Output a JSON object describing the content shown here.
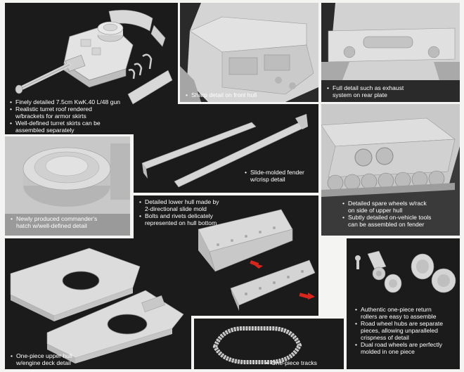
{
  "panels": {
    "turret": {
      "items": [
        "Finely detailed 7.5cm KwK.40 L/48 gun",
        "Realistic turret roof rendered",
        "w/brackets for armor skirts",
        "Well-defined turret skirts can be",
        "assembled separately"
      ]
    },
    "front_hull": {
      "items": [
        "Sharp detail on front hull"
      ]
    },
    "rear_plate": {
      "items": [
        "Full detail such as exhaust",
        "system on rear plate"
      ]
    },
    "fender": {
      "items": [
        "Slide-molded fender",
        "w/crisp detail"
      ]
    },
    "hatch": {
      "items": [
        "Newly produced commander's",
        "hatch w/well-defined detail"
      ]
    },
    "spare_wheels": {
      "items": [
        "Detailed spare wheels w/rack",
        "on side of upper hull",
        "Subtly detailed on-vehicle tools",
        "can be assembled on fender"
      ]
    },
    "lower_hull": {
      "items": [
        "Detailed lower hull made by",
        "2-directional slide mold",
        "Bolts and rivets delicately",
        "represented on hull bottom"
      ]
    },
    "upper_hull": {
      "items": [
        "One-piece upper hull",
        "w/engine deck detail"
      ]
    },
    "tracks": {
      "items": [
        "One-piece tracks"
      ]
    },
    "road_wheels": {
      "items": [
        "Authentic one-piece return",
        "rollers are easy to assemble",
        "Road wheel hubs are separate",
        "pieces, allowing unparalleled",
        "crispness of detail",
        "Dual road wheels are perfectly",
        "molded in one piece"
      ]
    }
  },
  "colors": {
    "panel": "#1b1b1b",
    "page": "#f4f4f2",
    "model": "#d9d9d9",
    "arrow": "#d9251c"
  }
}
